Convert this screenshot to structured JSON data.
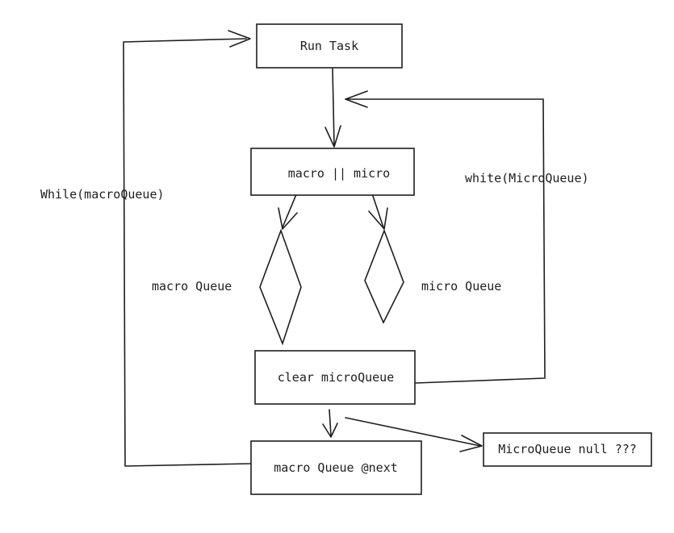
{
  "nodes": {
    "run_task": "Run Task",
    "macro_or_micro": "macro || micro",
    "clear_micro_queue": "clear microQueue",
    "macro_queue_next": "macro Queue @next",
    "micro_queue_null": "MicroQueue null ???"
  },
  "decisions": {
    "macro_queue": "macro Queue",
    "micro_queue": "micro Queue"
  },
  "edge_labels": {
    "while_macro_queue": "While(macroQueue)",
    "while_micro_queue": "white(MicroQueue)"
  },
  "colors": {
    "stroke": "#1e1e1e",
    "background": "#ffffff"
  }
}
